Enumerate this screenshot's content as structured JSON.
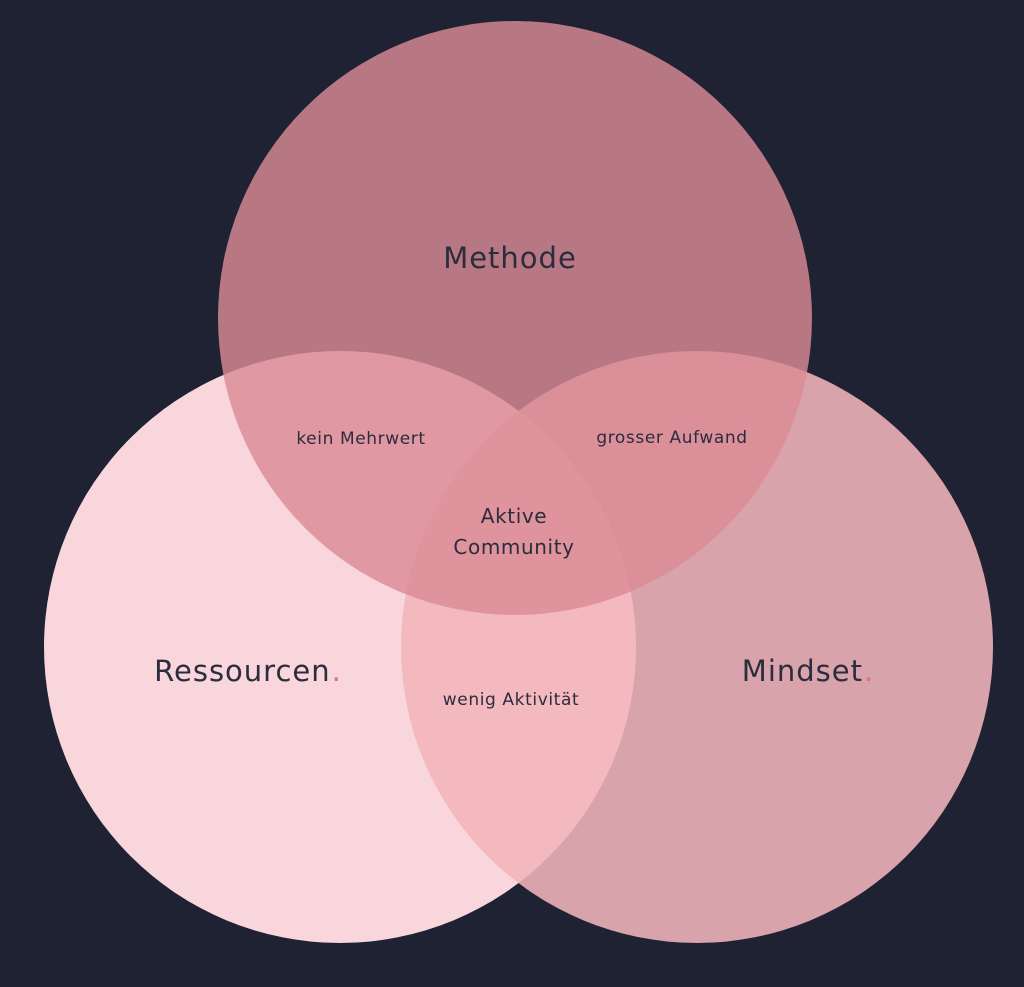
{
  "colors": {
    "background": "#1f2233",
    "methode": "#db8b95",
    "ressourcen": "#f8d6db",
    "mindset": "#f2b5bb",
    "text": "#2b2c3e",
    "accent_dot": "#d9707f"
  },
  "sets": {
    "methode": {
      "label": "Methode"
    },
    "ressourcen": {
      "label": "Ressourcen",
      "dot": "."
    },
    "mindset": {
      "label": "Mindset",
      "dot": "."
    }
  },
  "overlaps": {
    "methode_ressourcen": "kein Mehrwert",
    "methode_mindset": "grosser Aufwand",
    "ressourcen_mindset": "wenig Aktivität",
    "center_line1": "Aktive",
    "center_line2": "Community"
  }
}
